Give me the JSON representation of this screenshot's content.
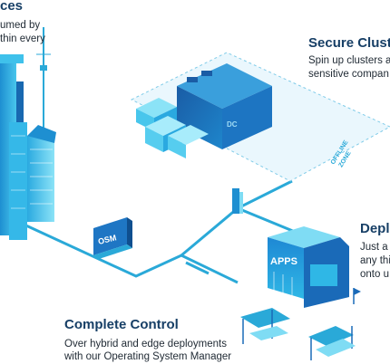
{
  "sections": {
    "top_left": {
      "heading": "ces",
      "lines": [
        "umed by",
        "thin every"
      ]
    },
    "secure": {
      "heading": "Secure Cluste",
      "lines": [
        "Spin up clusters a",
        "sensitive compan"
      ]
    },
    "deploy": {
      "heading": "Depl",
      "lines": [
        "Just a",
        "any thi",
        "onto u"
      ]
    },
    "control": {
      "heading": "Complete Control",
      "lines": [
        "Over hybrid and edge deployments",
        "with our Operating System Manager"
      ]
    }
  },
  "labels": {
    "osm": "OSM",
    "apps": "APPS",
    "dc": "DC",
    "offline_zone_1": "OFFLINE",
    "offline_zone_2": "ZONE"
  },
  "colors": {
    "line": "#2aa9d8",
    "accent": "#1e8fd1",
    "dark": "#1760a8",
    "light": "#7fdcf4",
    "heading": "#173f66"
  }
}
